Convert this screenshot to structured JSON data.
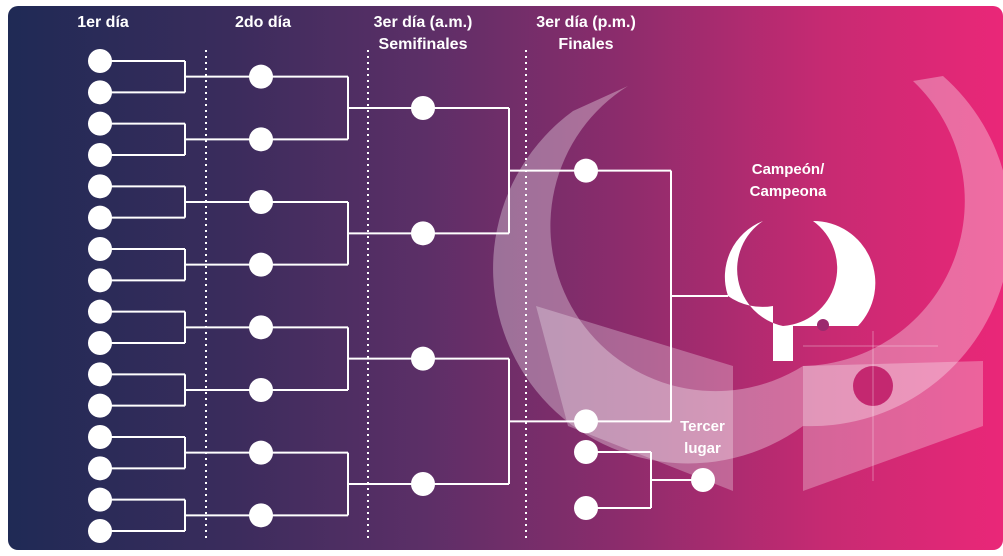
{
  "columns": {
    "day1": "1er día",
    "day2": "2do día",
    "day3am_line1": "3er día (a.m.)",
    "day3am_line2": "Semifinales",
    "day3pm_line1": "3er día (p.m.)",
    "day3pm_line2": "Finales"
  },
  "labels": {
    "champion_line1": "Campeón/",
    "champion_line2": "Campeona",
    "third_line1": "Tercer",
    "third_line2": "lugar"
  },
  "bracket": {
    "round1_slots": 16,
    "round2_slots": 8,
    "semifinal_slots": 4,
    "final_slots": 2,
    "third_place_slots": 2
  },
  "colors": {
    "gradient_start": "#1f2a55",
    "gradient_end": "#ea2778",
    "node": "#ffffff",
    "line": "#ffffff"
  }
}
